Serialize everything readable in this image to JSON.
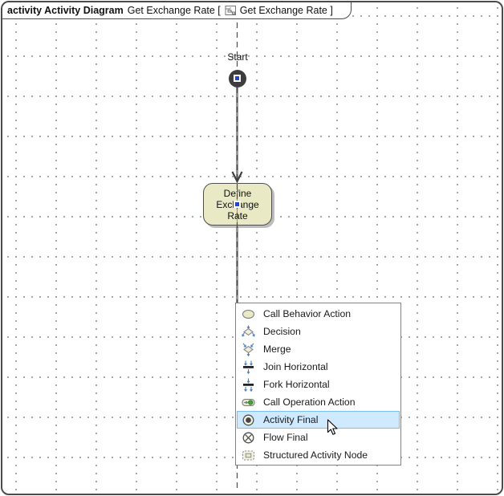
{
  "frame": {
    "tab": {
      "keyword_bold": "activity Activity Diagram",
      "before_icon": "Get Exchange Rate [",
      "icon": "activity-diagram-icon",
      "after_icon": "Get Exchange Rate ]"
    }
  },
  "diagram": {
    "start_label": "Start",
    "action_label": "Define\nExchange\nRate",
    "nodes": [
      {
        "type": "initial-node",
        "label": "Start",
        "selected": true
      },
      {
        "type": "action",
        "label": "Define Exchange Rate",
        "selected": true
      }
    ],
    "edge_in_progress": true
  },
  "menu": {
    "items": [
      {
        "label": "Call Behavior Action",
        "icon": "call-behavior-action-icon",
        "highlighted": false
      },
      {
        "label": "Decision",
        "icon": "decision-icon",
        "highlighted": false
      },
      {
        "label": "Merge",
        "icon": "merge-icon",
        "highlighted": false
      },
      {
        "label": "Join Horizontal",
        "icon": "join-horizontal-icon",
        "highlighted": false
      },
      {
        "label": "Fork Horizontal",
        "icon": "fork-horizontal-icon",
        "highlighted": false
      },
      {
        "label": "Call Operation Action",
        "icon": "call-operation-action-icon",
        "highlighted": false
      },
      {
        "label": "Activity Final",
        "icon": "activity-final-icon",
        "highlighted": true
      },
      {
        "label": "Flow Final",
        "icon": "flow-final-icon",
        "highlighted": false
      },
      {
        "label": "Structured Activity Node",
        "icon": "structured-activity-node-icon",
        "highlighted": false
      }
    ]
  },
  "colors": {
    "frame_border": "#4b4b4b",
    "grid_dot": "#9c9c9c",
    "action_fill": "#e9e9c6",
    "action_border": "#4f4f4f",
    "shadow": "#bdbdbd",
    "initial_node": "#3d3d3d",
    "handle_blue": "#1f46d8",
    "menu_border": "#3e95e8",
    "menu_highlight_bg": "#cfe9ff",
    "menu_highlight_border": "#78bdf8",
    "arrow_blue": "#4a7ebb"
  }
}
